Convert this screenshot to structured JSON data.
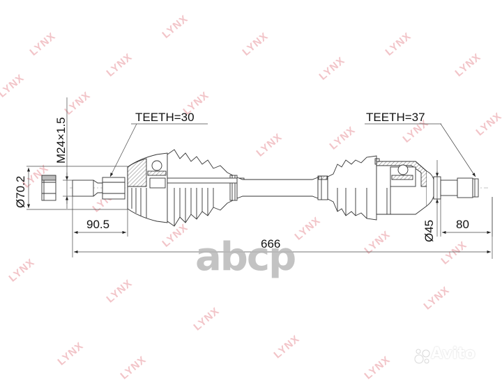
{
  "drawing": {
    "subject": "CV drive shaft technical drawing",
    "watermark_text": "LYNX",
    "overlay_logo_center": "abcp",
    "overlay_logo_corner": "Avito",
    "colors": {
      "line": "#333333",
      "text": "#111111",
      "watermark": "#f2c4c8",
      "overlay_gray": "#b9b9b9"
    }
  },
  "labels": {
    "teeth_left": "TEETH=30",
    "teeth_right": "TEETH=37",
    "thread": "M24×1.5",
    "diameter_left": "Ø70.2",
    "diameter_right": "Ø45",
    "length_left_stub": "90.5",
    "length_right_stub": "80",
    "total_length": "666"
  }
}
